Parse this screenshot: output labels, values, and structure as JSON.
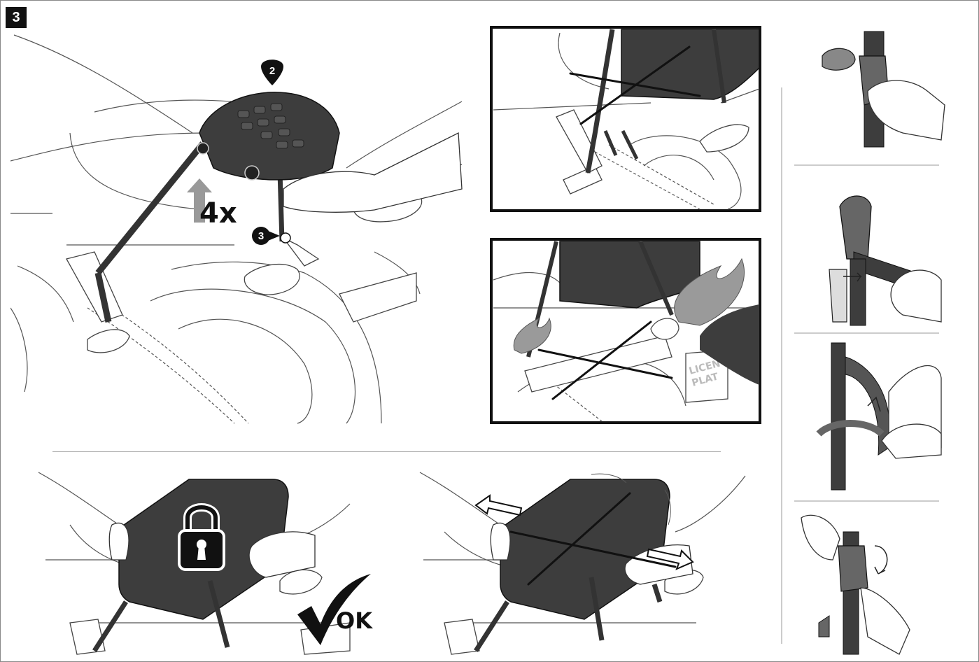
{
  "step_number": "3",
  "callouts": [
    "2",
    "3"
  ],
  "repeat_label": "4x",
  "ok_label": "OK",
  "plate_text": [
    "LICEN",
    "PLAT"
  ],
  "colors": {
    "bag": "#3d3d3d",
    "bag_dark": "#2b2b2b",
    "strap": "#4a4a4a",
    "line": "#222222",
    "panel_border": "#111111",
    "flame": "#9a9a9a"
  },
  "icons": [
    "lock-icon",
    "check-mark-icon",
    "cross-mark-icon",
    "arrow-up-icon",
    "double-arrow-icon",
    "rotate-arrow-icon",
    "flame-icon"
  ]
}
